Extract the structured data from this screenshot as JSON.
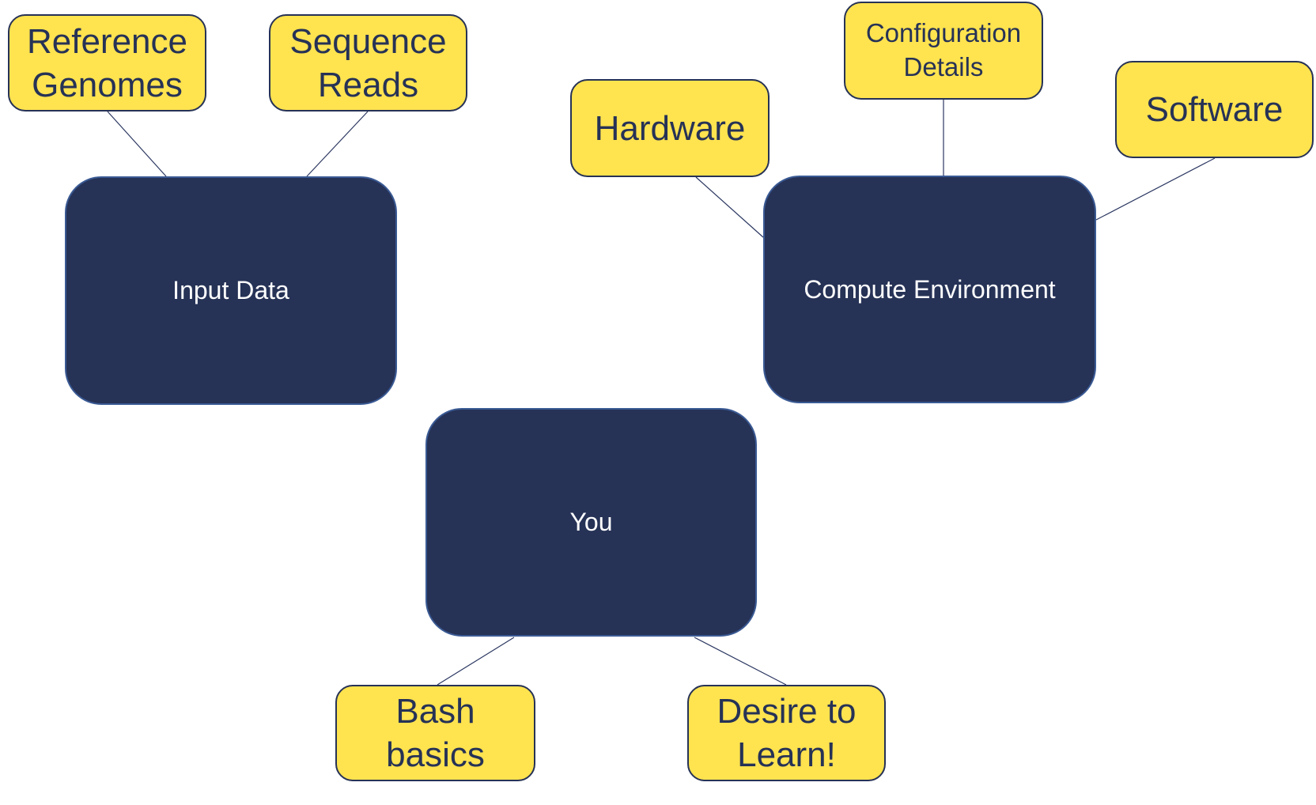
{
  "diagram": {
    "colors": {
      "main_fill": "#263256",
      "main_text": "#ffffff",
      "leaf_fill": "#ffe34f",
      "leaf_text": "#263256",
      "connector": "#2a3660"
    },
    "main_nodes": {
      "input_data": "Input Data",
      "compute_environment": "Compute Environment",
      "you": "You"
    },
    "leaf_nodes": {
      "reference_genomes": "Reference\nGenomes",
      "sequence_reads": "Sequence\nReads",
      "hardware": "Hardware",
      "configuration_details": "Configuration\nDetails",
      "software": "Software",
      "bash_basics": "Bash\nbasics",
      "desire_to_learn": "Desire to\nLearn!"
    },
    "edges": [
      {
        "from": "input_data",
        "to": "reference_genomes"
      },
      {
        "from": "input_data",
        "to": "sequence_reads"
      },
      {
        "from": "compute_environment",
        "to": "hardware"
      },
      {
        "from": "compute_environment",
        "to": "configuration_details"
      },
      {
        "from": "compute_environment",
        "to": "software"
      },
      {
        "from": "you",
        "to": "bash_basics"
      },
      {
        "from": "you",
        "to": "desire_to_learn"
      }
    ]
  }
}
